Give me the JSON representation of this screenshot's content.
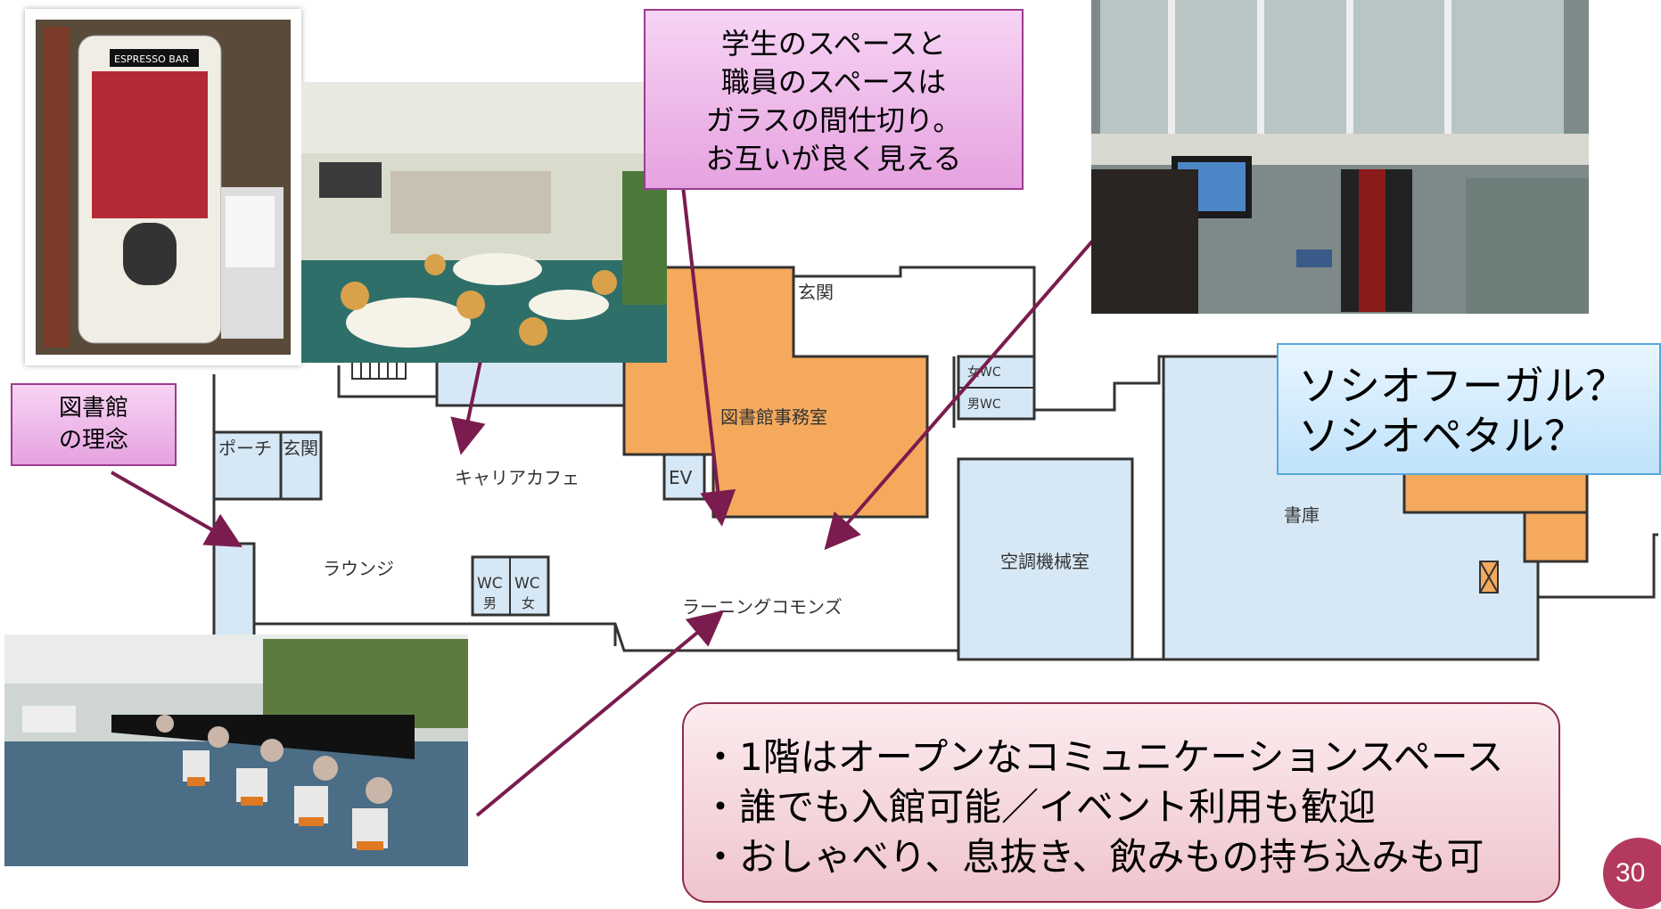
{
  "callouts": {
    "glass_partition": [
      "学生のスペースと",
      "職員のスペースは",
      "ガラスの間仕切り。",
      "お互いが良く見える"
    ],
    "philosophy": [
      "図書館",
      "の理念"
    ],
    "question": [
      "ソシオフーガル？",
      "ソシオペタル？"
    ]
  },
  "rooms": {
    "entrance_top": "玄関",
    "office": "図書館事務室",
    "wc_f_top": "女WC",
    "wc_m_top": "男WC",
    "porch": "ポーチ",
    "entrance_left": "玄関",
    "career_cafe": "キャリアカフェ",
    "ev": "EV",
    "lounge": "ラウンジ",
    "wc_m": [
      "WC",
      "男"
    ],
    "wc_f": [
      "WC",
      "女"
    ],
    "learning_commons": "ラーニングコモンズ",
    "hvac": "空調機械室",
    "stacks": "書庫"
  },
  "summary": [
    "・1階はオープンなコミュニケーションスペース",
    "・誰でも入館可能／イベント利用も歓迎",
    "・おしゃべり、息抜き、飲みもの持ち込みも可"
  ],
  "photos": {
    "vending": "ESPRESSO BAR"
  },
  "page_number": "30",
  "colors": {
    "room_blue": "#d6e8f6",
    "office_orange": "#f4a95c",
    "arrow": "#7a1c4e",
    "page_badge": "#b3395f"
  }
}
